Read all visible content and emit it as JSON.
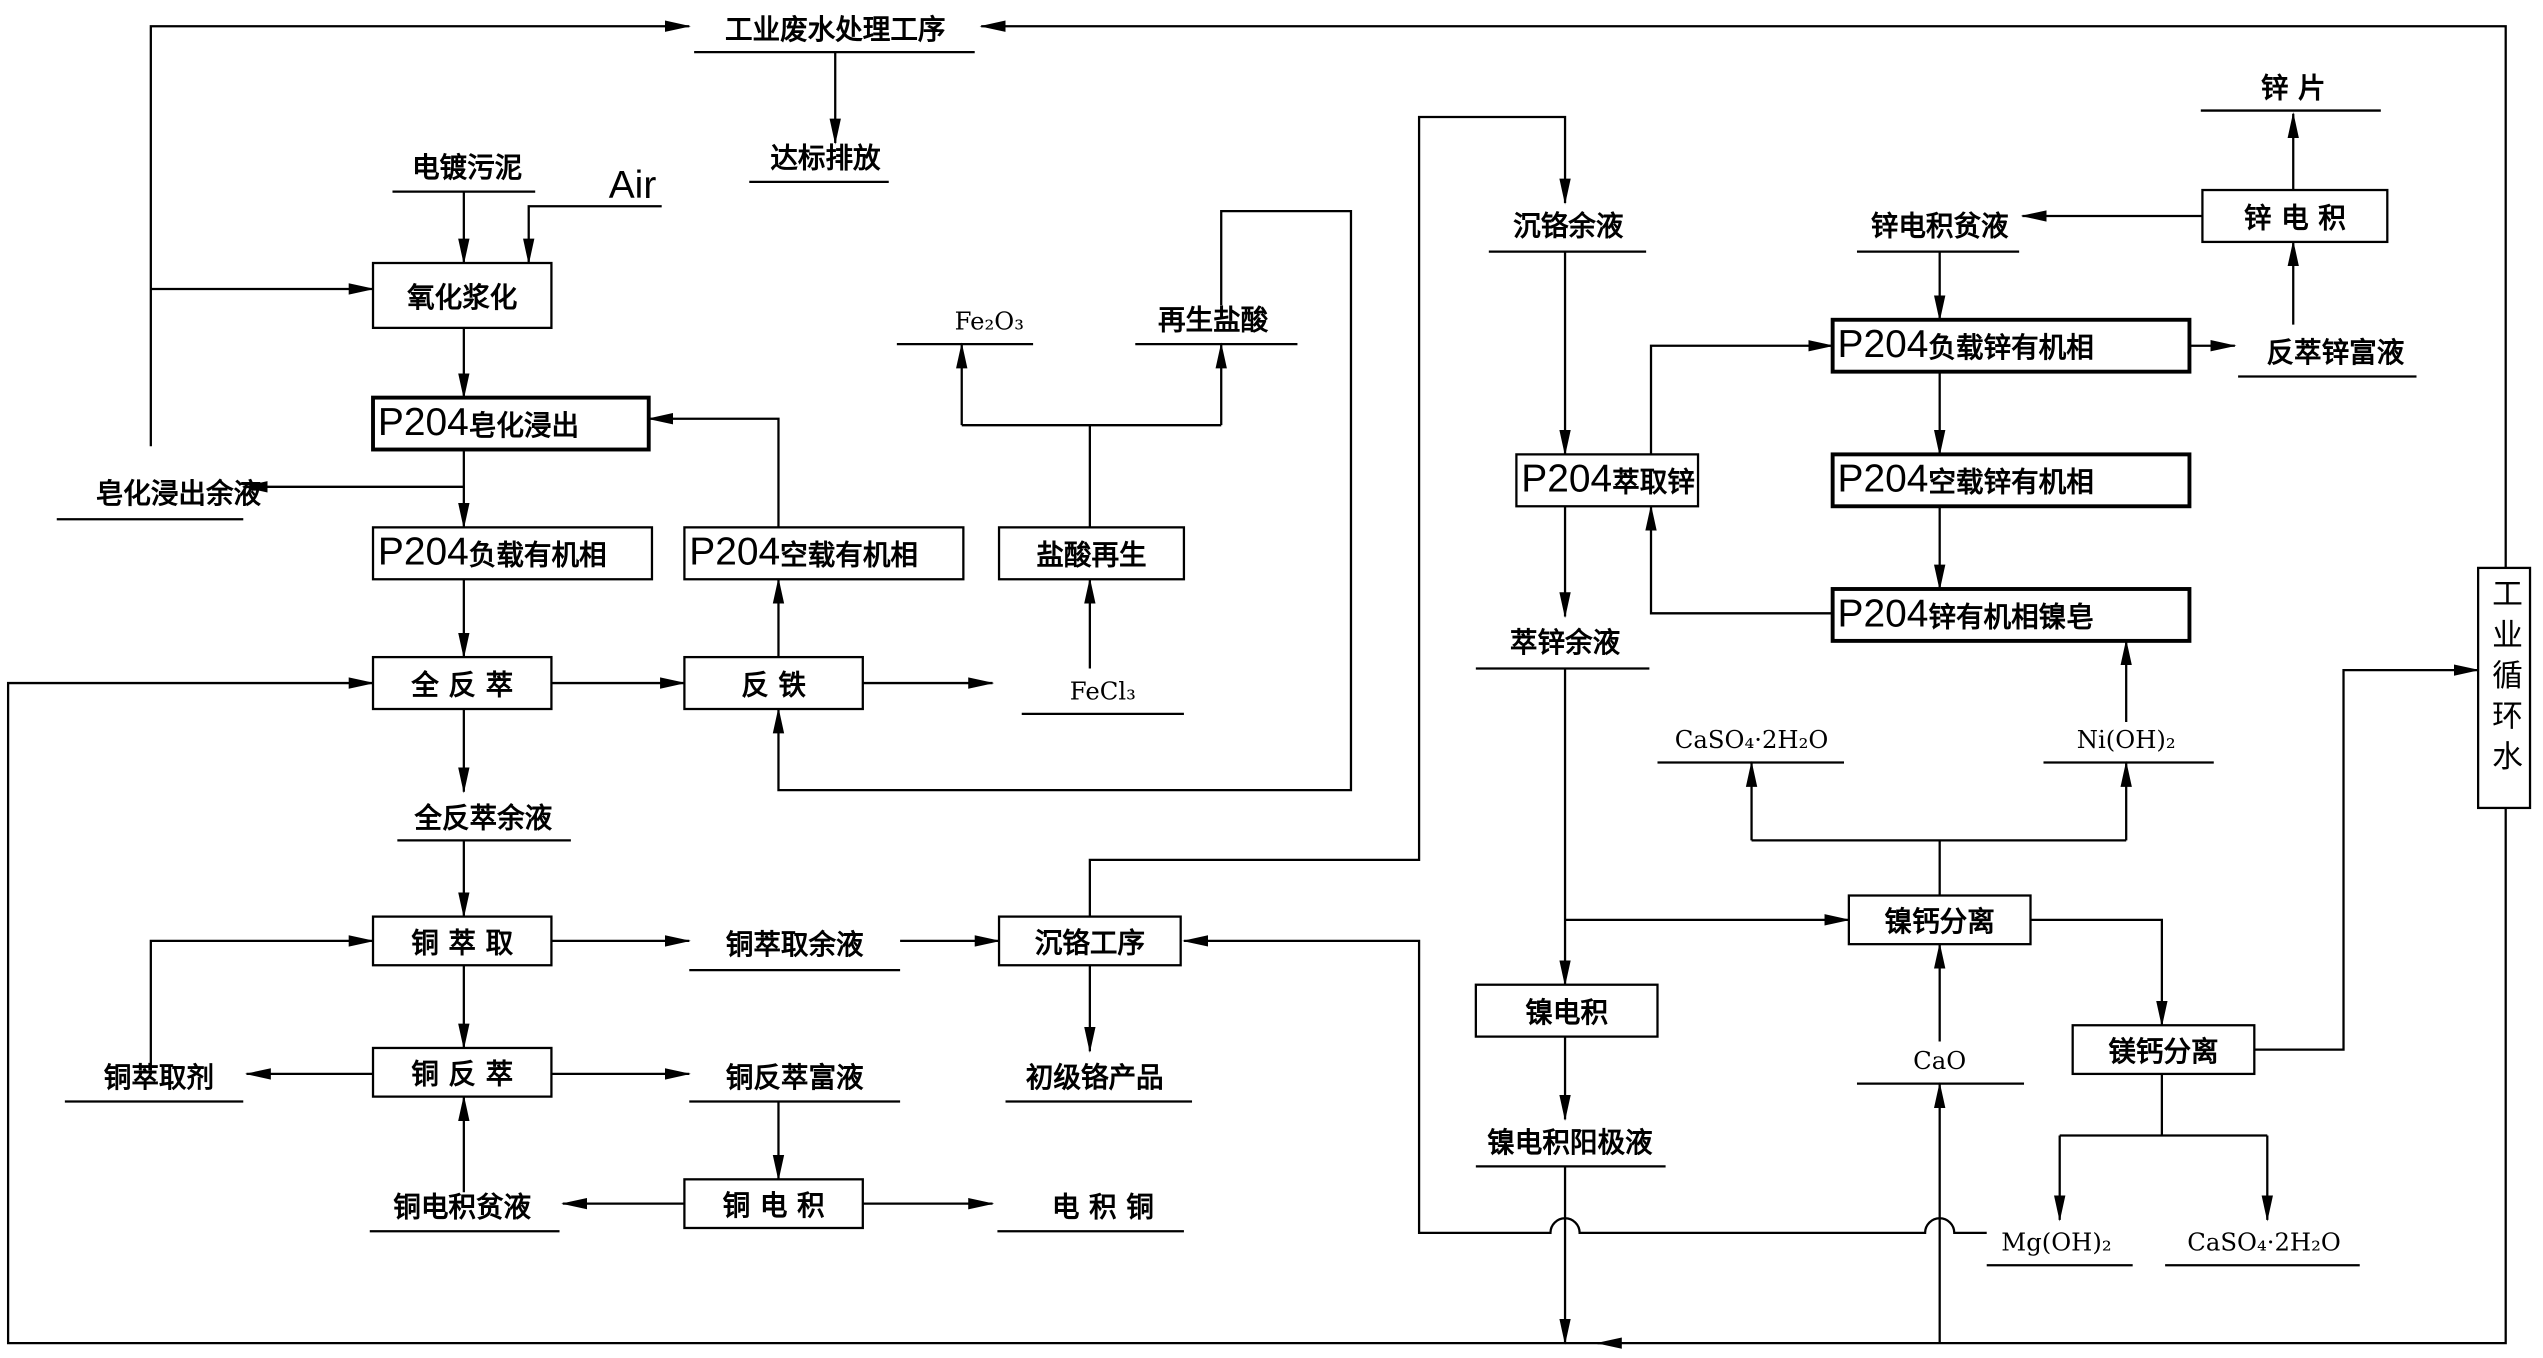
{
  "diagram": {
    "boxes": {
      "oxidation_slurry": {
        "label": "氧化浆化"
      },
      "saponification_leach": {
        "prefix": "P204",
        "label": "皂化浸出"
      },
      "loaded_organic": {
        "prefix": "P204",
        "label": "负载有机相"
      },
      "empty_organic": {
        "prefix": "P204",
        "label": "空载有机相"
      },
      "hcl_regen": {
        "label": "盐酸再生"
      },
      "full_strip": {
        "label": "全 反 萃"
      },
      "iron_strip": {
        "label": "反   铁"
      },
      "cu_extract": {
        "label": "铜 萃 取"
      },
      "cu_strip": {
        "label": "铜 反 萃"
      },
      "cu_ew": {
        "label": "铜 电 积"
      },
      "cr_precip": {
        "label": "沉铬工序"
      },
      "zn_extract": {
        "prefix": "P204",
        "label": "萃取锌"
      },
      "loaded_zn_organic": {
        "prefix": "P204",
        "label": "负载锌有机相"
      },
      "empty_zn_organic": {
        "prefix": "P204",
        "label": "空载锌有机相"
      },
      "zn_organic_ni_soap": {
        "prefix": "P204",
        "label": "锌有机相镍皂"
      },
      "zn_ew": {
        "label": "锌 电 积"
      },
      "ni_ca_sep": {
        "label": "镍钙分离"
      },
      "mg_ca_sep": {
        "label": "镁钙分离"
      },
      "ni_ew": {
        "label": "镍电积"
      },
      "industrial_water": {
        "label": "工业循环水"
      }
    },
    "labels": {
      "wastewater": "工业废水处理工序",
      "discharge": "达标排放",
      "sludge": "电镀污泥",
      "air": "Air",
      "leach_residue": "皂化浸出余液",
      "fe2o3": "Fe₂O₃",
      "regen_hcl": "再生盐酸",
      "fecl3": "FeCl₃",
      "full_strip_raffinate": "全反萃余液",
      "cu_raffinate": "铜萃取余液",
      "cu_extractant": "铜萃取剂",
      "cu_rich": "铜反萃富液",
      "cu_lean": "铜电积贫液",
      "cu_cathode": "电 积 铜",
      "cr_product": "初级铬产品",
      "cr_raffinate": "沉铬余液",
      "zn_lean": "锌电积贫液",
      "zn_sheet": "锌    片",
      "zn_rich": "反萃锌富液",
      "zn_raffinate": "萃锌余液",
      "caso4_top": "CaSO₄·2H₂O",
      "nioh2": "Ni(OH)₂",
      "cao": "CaO",
      "ni_anolyte": "镍电积阳极液",
      "mgoh2": "Mg(OH)₂",
      "caso4_bottom": "CaSO₄·2H₂O"
    }
  }
}
